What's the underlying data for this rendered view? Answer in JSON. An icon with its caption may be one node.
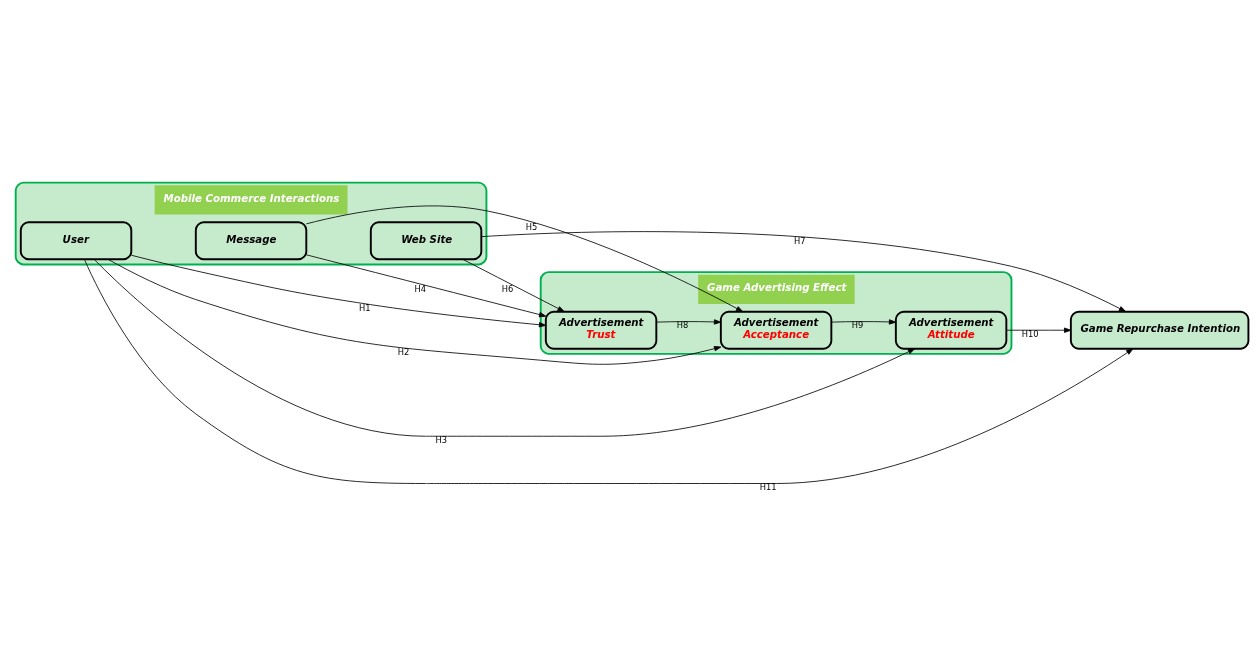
{
  "diagram": {
    "nodes": [
      {
        "text": [
          "Mobile Commerce Interactions"
        ]
      },
      {
        "text": [
          "User"
        ],
        "in": 0
      },
      {
        "text": [
          "Message"
        ],
        "in": 0
      },
      {
        "text": [
          "Web Site"
        ],
        "in": 0
      },
      {
        "text": [
          "Game Advertising Effect"
        ]
      },
      {
        "text": [
          "Advertisement",
          "Trust"
        ],
        "in": 4
      },
      {
        "text": [
          "Advertisement",
          "Acceptance"
        ],
        "in": 4
      },
      {
        "text": [
          "Advertisement",
          "Attitude"
        ],
        "in": 4
      },
      {
        "text": [
          "Game Repurchase Intention"
        ]
      }
    ],
    "edges": [
      {
        "from": 1,
        "to": 5,
        "arrow": "to",
        "label": "H1"
      },
      {
        "from": 1,
        "to": 6,
        "arrow": "to",
        "label": "H2"
      },
      {
        "from": 1,
        "to": 7,
        "arrow": "to",
        "label": "H3"
      },
      {
        "from": 2,
        "to": 5,
        "arrow": "to",
        "label": "H4"
      },
      {
        "from": 2,
        "to": 6,
        "arrow": "to",
        "label": "H5"
      },
      {
        "from": 3,
        "to": 5,
        "arrow": "to",
        "label": "H6"
      },
      {
        "from": 3,
        "to": 8,
        "arrow": "to",
        "label": "H7"
      },
      {
        "from": 5,
        "to": 6,
        "arrow": "to",
        "label": "H8"
      },
      {
        "from": 6,
        "to": 7,
        "arrow": "to",
        "label": "H9"
      },
      {
        "from": 7,
        "to": 8,
        "arrow": "to",
        "label": "H10"
      },
      {
        "from": 1,
        "to": 8,
        "arrow": "to",
        "label": "H11"
      }
    ]
  }
}
